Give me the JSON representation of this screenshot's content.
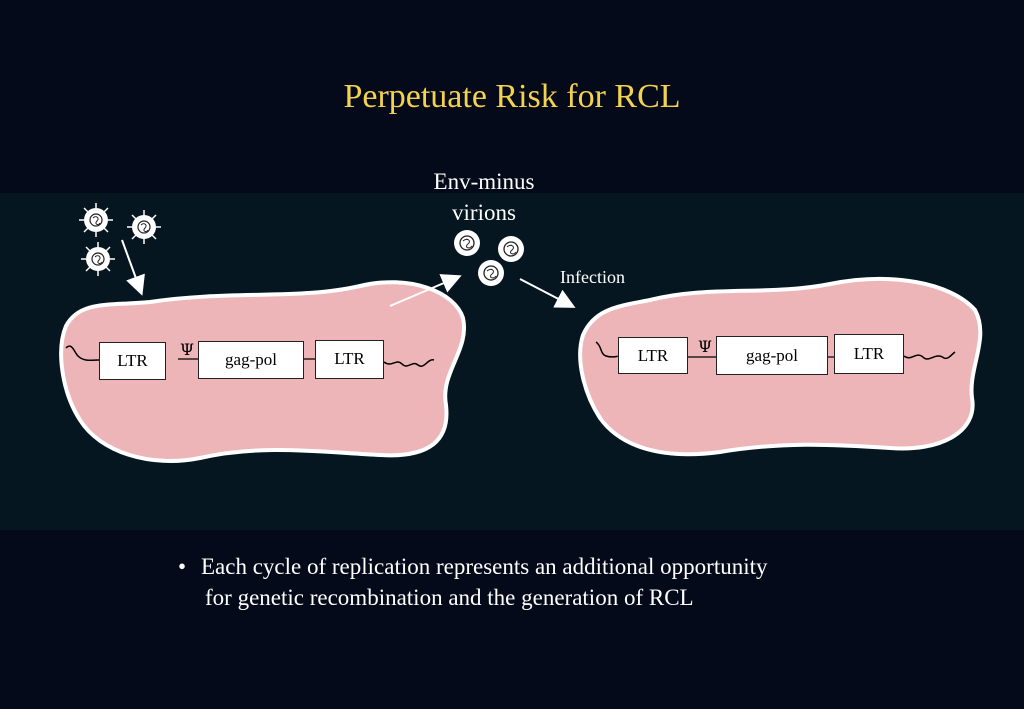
{
  "title": "Perpetuate Risk for RCL",
  "env_label_line1": "Env-minus",
  "env_label_line2": "virions",
  "infection_label": "Infection",
  "left_cell": {
    "ltr_left": "LTR",
    "psi": "Ψ",
    "gag_pol": "gag-pol",
    "ltr_right": "LTR"
  },
  "right_cell": {
    "ltr_left": "LTR",
    "psi": "Ψ",
    "gag_pol": "gag-pol",
    "ltr_right": "LTR"
  },
  "bullet": {
    "marker": "•",
    "line1": "Each cycle of replication represents an additional opportunity",
    "line2": "for genetic recombination and the generation of RCL"
  },
  "colors": {
    "background": "#050a1a",
    "title": "#f3d24e",
    "cell_fill": "#edb5b8",
    "text": "#ffffff"
  }
}
